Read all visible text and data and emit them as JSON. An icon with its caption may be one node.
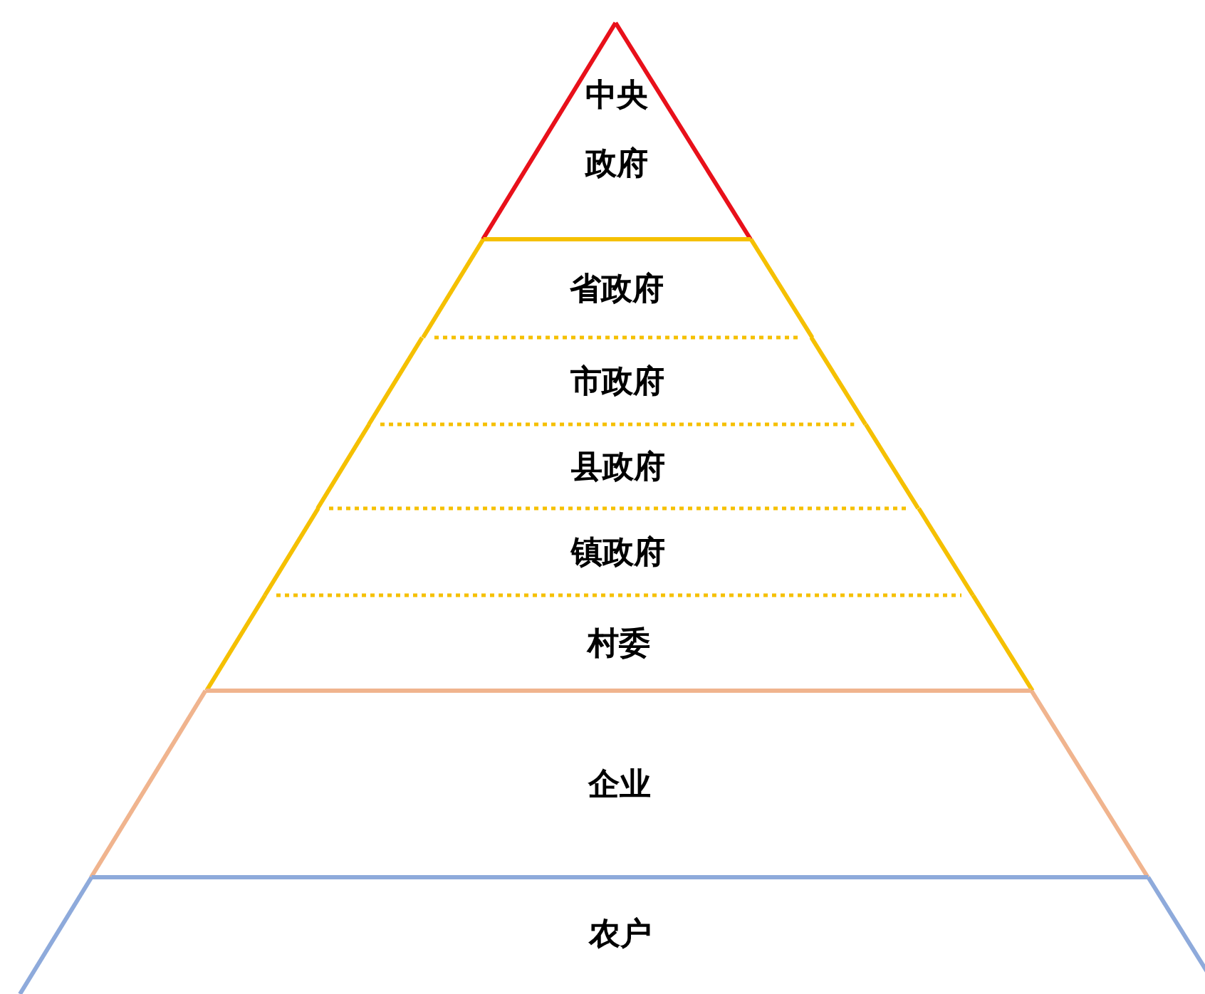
{
  "diagram": {
    "nodes": [
      {
        "text": [
          "中央政府"
        ]
      },
      {
        "text": [
          "省政府"
        ]
      },
      {
        "text": [
          "市政府"
        ]
      },
      {
        "text": [
          "县政府"
        ]
      },
      {
        "text": [
          "镇政府"
        ]
      },
      {
        "text": [
          "村委"
        ]
      },
      {
        "text": [
          "企业"
        ]
      },
      {
        "text": [
          "农户"
        ]
      }
    ]
  }
}
